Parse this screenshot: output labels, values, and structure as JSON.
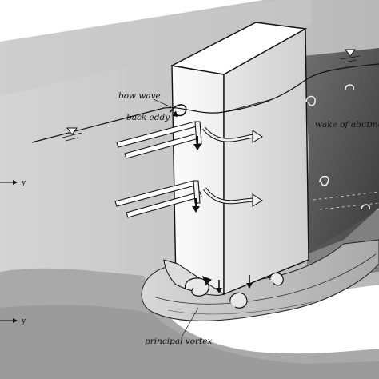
{
  "diagram": {
    "labels": {
      "bow_wave": "bow wave",
      "back_eddy": "back eddy",
      "wake": "wake of abutment",
      "principal_vortex": "principal vortex",
      "axis_upper": "y",
      "axis_lower": "y"
    }
  }
}
